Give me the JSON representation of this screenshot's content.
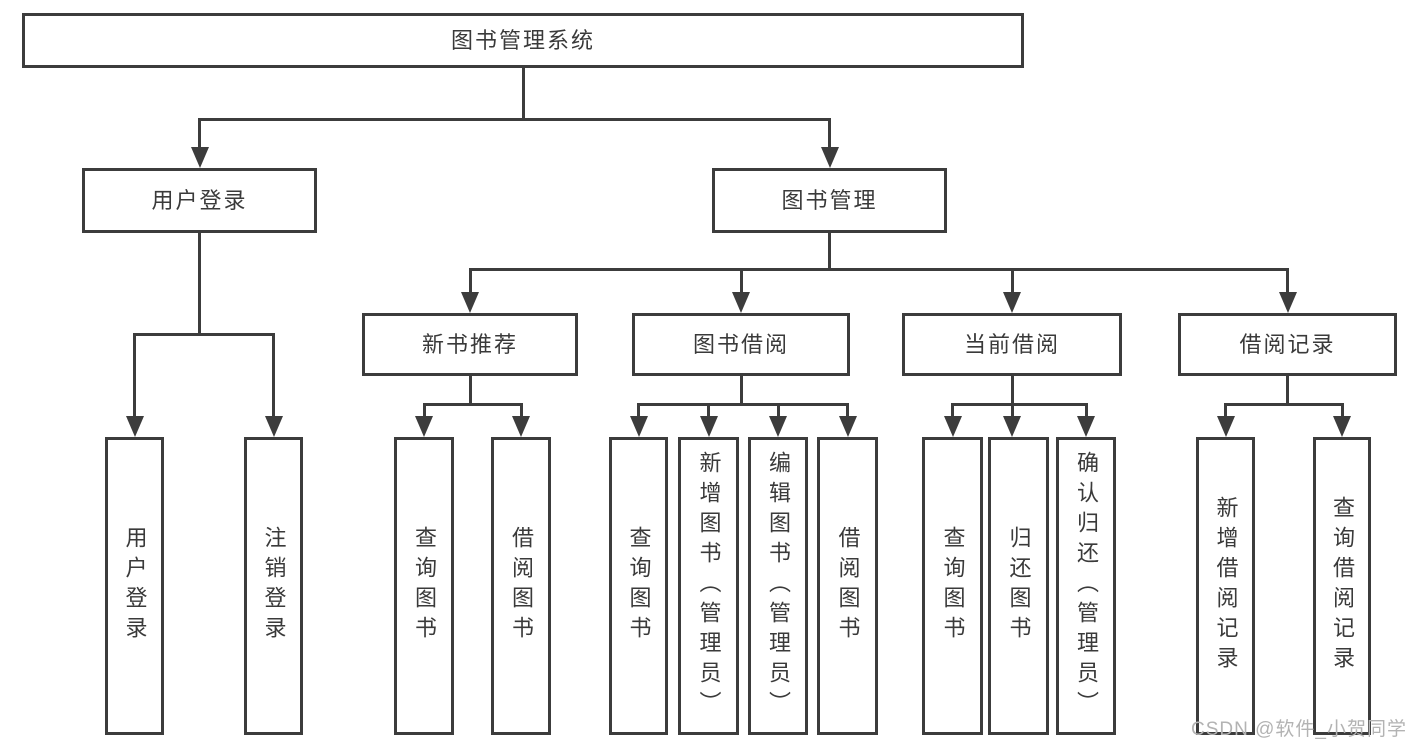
{
  "diagram": {
    "root": {
      "label": "图书管理系统"
    },
    "level2": {
      "user_login": {
        "label": "用户登录"
      },
      "book_management": {
        "label": "图书管理"
      }
    },
    "level3": {
      "new_book_recommend": {
        "label": "新书推荐"
      },
      "book_borrow": {
        "label": "图书借阅"
      },
      "current_borrow": {
        "label": "当前借阅"
      },
      "borrow_records": {
        "label": "借阅记录"
      }
    },
    "leaves": {
      "user_login": {
        "label": "用户登录"
      },
      "logout": {
        "label": "注销登录"
      },
      "nb_search_book": {
        "label": "查询图书"
      },
      "nb_borrow_book": {
        "label": "借阅图书"
      },
      "bb_search_book": {
        "label": "查询图书"
      },
      "bb_add_book": {
        "label": "新增图书（管理员）"
      },
      "bb_edit_book": {
        "label": "编辑图书（管理员）"
      },
      "bb_borrow_book": {
        "label": "借阅图书"
      },
      "cb_search_book": {
        "label": "查询图书"
      },
      "cb_return_book": {
        "label": "归还图书"
      },
      "cb_confirm_return": {
        "label": "确认归还（管理员）"
      },
      "br_add_record": {
        "label": "新增借阅记录"
      },
      "br_search_record": {
        "label": "查询借阅记录"
      }
    }
  },
  "watermark": {
    "text": "CSDN @软件_小贺同学"
  },
  "colors": {
    "line": "#3c3c3c",
    "text": "#3a3a3a",
    "watermark": "#b3b3b3",
    "background": "#ffffff"
  }
}
